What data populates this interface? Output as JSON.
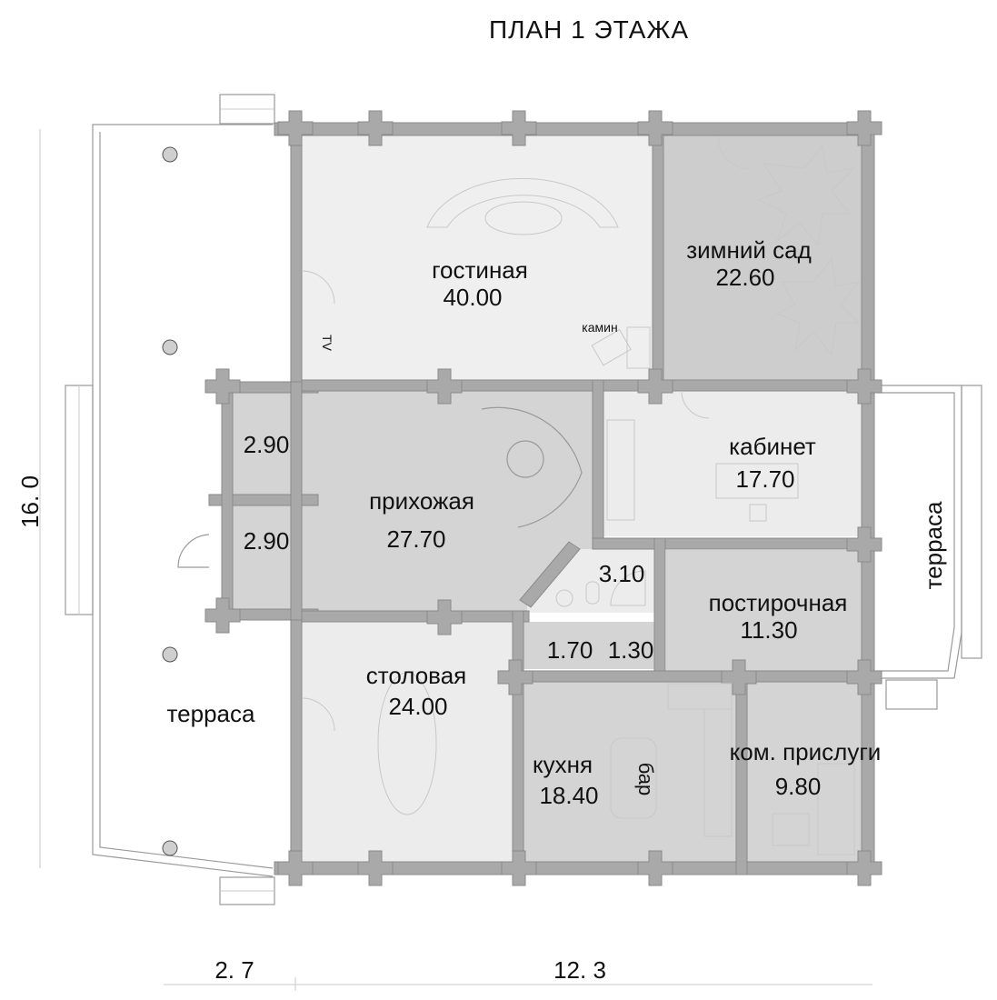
{
  "title": "ПЛАН   1   ЭТАЖА",
  "dimensions": {
    "height": "16. 0",
    "width_left": "2. 7",
    "width_right": "12. 3"
  },
  "rooms": [
    {
      "name": "гостиная",
      "area": "40.00"
    },
    {
      "name": "зимний сад",
      "area": "22.60"
    },
    {
      "name": "кабинет",
      "area": "17.70"
    },
    {
      "name": "прихожая",
      "area": "27.70"
    },
    {
      "name": "",
      "area": "2.90"
    },
    {
      "name": "",
      "area": "2.90"
    },
    {
      "name": "",
      "area": "3.10"
    },
    {
      "name": "постирочная",
      "area": "11.30"
    },
    {
      "name": "",
      "area": "1.70"
    },
    {
      "name": "",
      "area": "1.30"
    },
    {
      "name": "столовая",
      "area": "24.00"
    },
    {
      "name": "кухня",
      "area": "18.40"
    },
    {
      "name": "ком. прислуги",
      "area": "9.80"
    }
  ],
  "terrace_left": "терраса",
  "terrace_right": "терраса",
  "labels": {
    "fireplace": "камин",
    "tv": "TV",
    "bar": "бар"
  },
  "colors": {
    "room_light": "#ececec",
    "room_mid": "#d9d9d9",
    "room_dark": "#cbcbcb",
    "wall": "#a9a9a9"
  }
}
